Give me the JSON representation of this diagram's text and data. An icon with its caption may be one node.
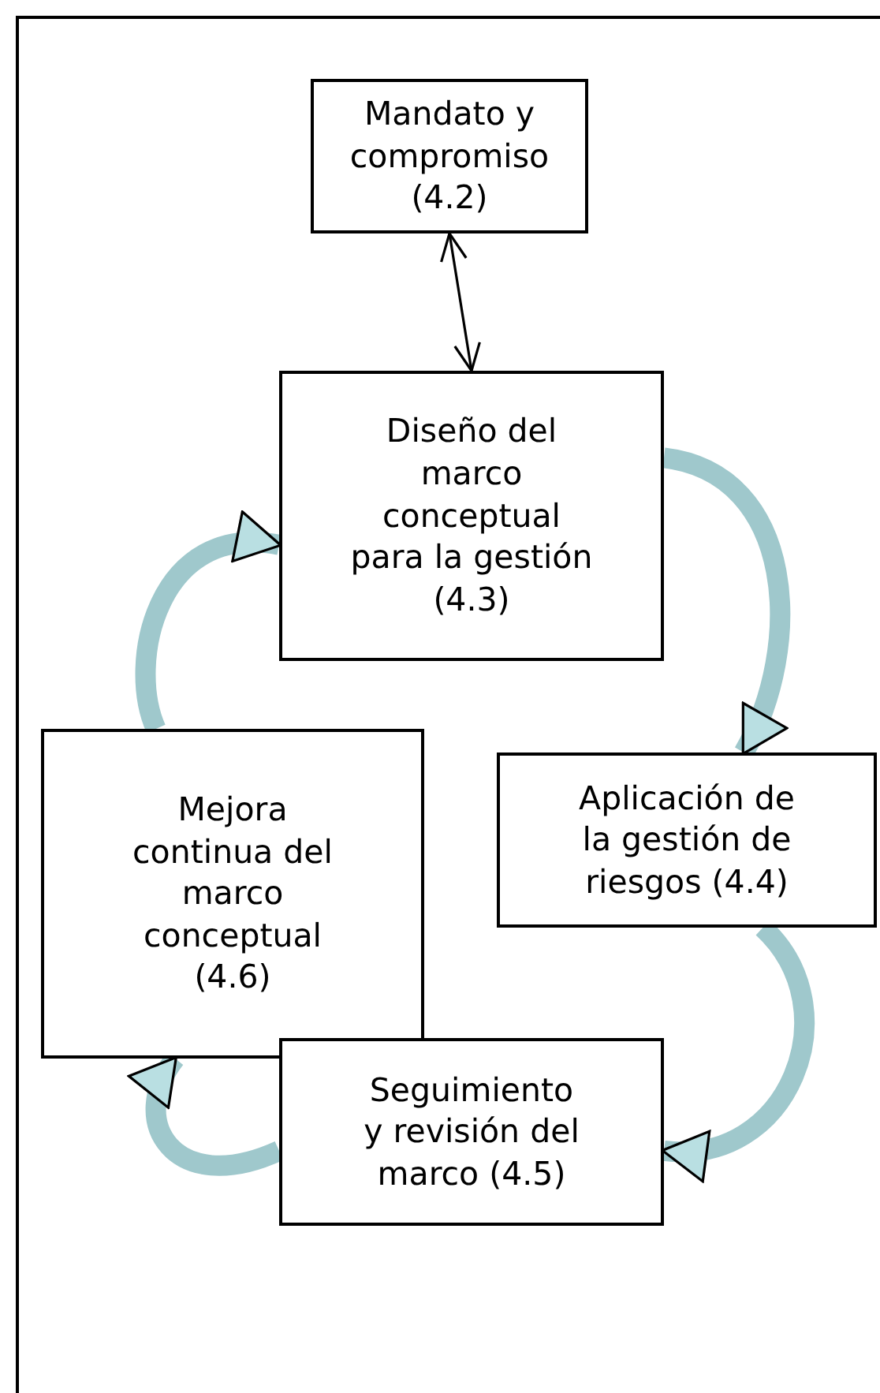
{
  "diagram": {
    "nodes": [
      {
        "text": [
          "Mandato y compromiso (4.2)"
        ]
      },
      {
        "text": [
          "Diseño del marco conceptual para la gestión (4.3)"
        ]
      },
      {
        "text": [
          "Mejora continua del marco conceptual (4.6)"
        ]
      },
      {
        "text": [
          "Aplicación de la gestión de riesgos (4.4)"
        ]
      },
      {
        "text": [
          "Seguimiento y revisión del marco (4.5)"
        ]
      }
    ],
    "edges": [
      {
        "from": 0,
        "to": 1,
        "arrow": "both",
        "color": "#000000"
      },
      {
        "from": 1,
        "to": 3,
        "arrow": "to"
      },
      {
        "from": 3,
        "to": 4,
        "arrow": "to"
      },
      {
        "from": 4,
        "to": 2,
        "arrow": "to"
      },
      {
        "from": 2,
        "to": 1,
        "arrow": "to"
      }
    ]
  }
}
